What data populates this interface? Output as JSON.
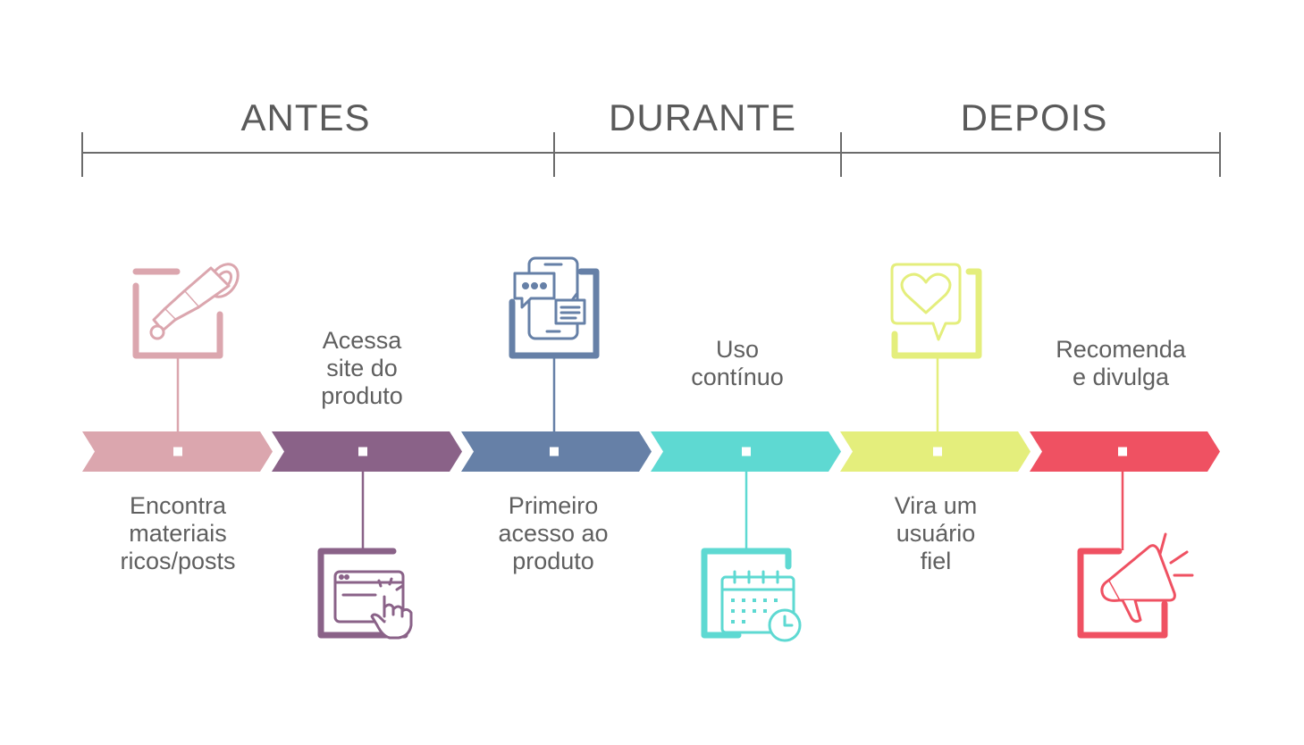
{
  "phases": [
    {
      "label": "ANTES"
    },
    {
      "label": "DURANTE"
    },
    {
      "label": "DEPOIS"
    }
  ],
  "steps": [
    {
      "text_lines": [
        "Encontra",
        "materiais",
        "ricos/posts"
      ],
      "color": "#dba6ae",
      "icon": "telescope-icon",
      "icon_position": "above",
      "text_position": "below"
    },
    {
      "text_lines": [
        "Acessa",
        "site do",
        "produto"
      ],
      "color": "#8a6288",
      "icon": "browser-click-icon",
      "icon_position": "below",
      "text_position": "above"
    },
    {
      "text_lines": [
        "Primeiro",
        "acesso ao",
        "produto"
      ],
      "color": "#6680a7",
      "icon": "mobile-chat-icon",
      "icon_position": "above",
      "text_position": "below"
    },
    {
      "text_lines": [
        "Uso",
        "contínuo"
      ],
      "color": "#5ed9d2",
      "icon": "calendar-clock-icon",
      "icon_position": "below",
      "text_position": "above"
    },
    {
      "text_lines": [
        "Vira um",
        "usuário",
        "fiel"
      ],
      "color": "#e4ee7c",
      "icon": "heart-speech-icon",
      "icon_position": "above",
      "text_position": "below"
    },
    {
      "text_lines": [
        "Recomenda",
        "e divulga"
      ],
      "color": "#ef5162",
      "icon": "megaphone-icon",
      "icon_position": "below",
      "text_position": "above"
    }
  ],
  "colors": {
    "timeline_line": "#6b6b6b",
    "phase_text": "#5a5a5a",
    "step_text": "#5f5f5f"
  }
}
